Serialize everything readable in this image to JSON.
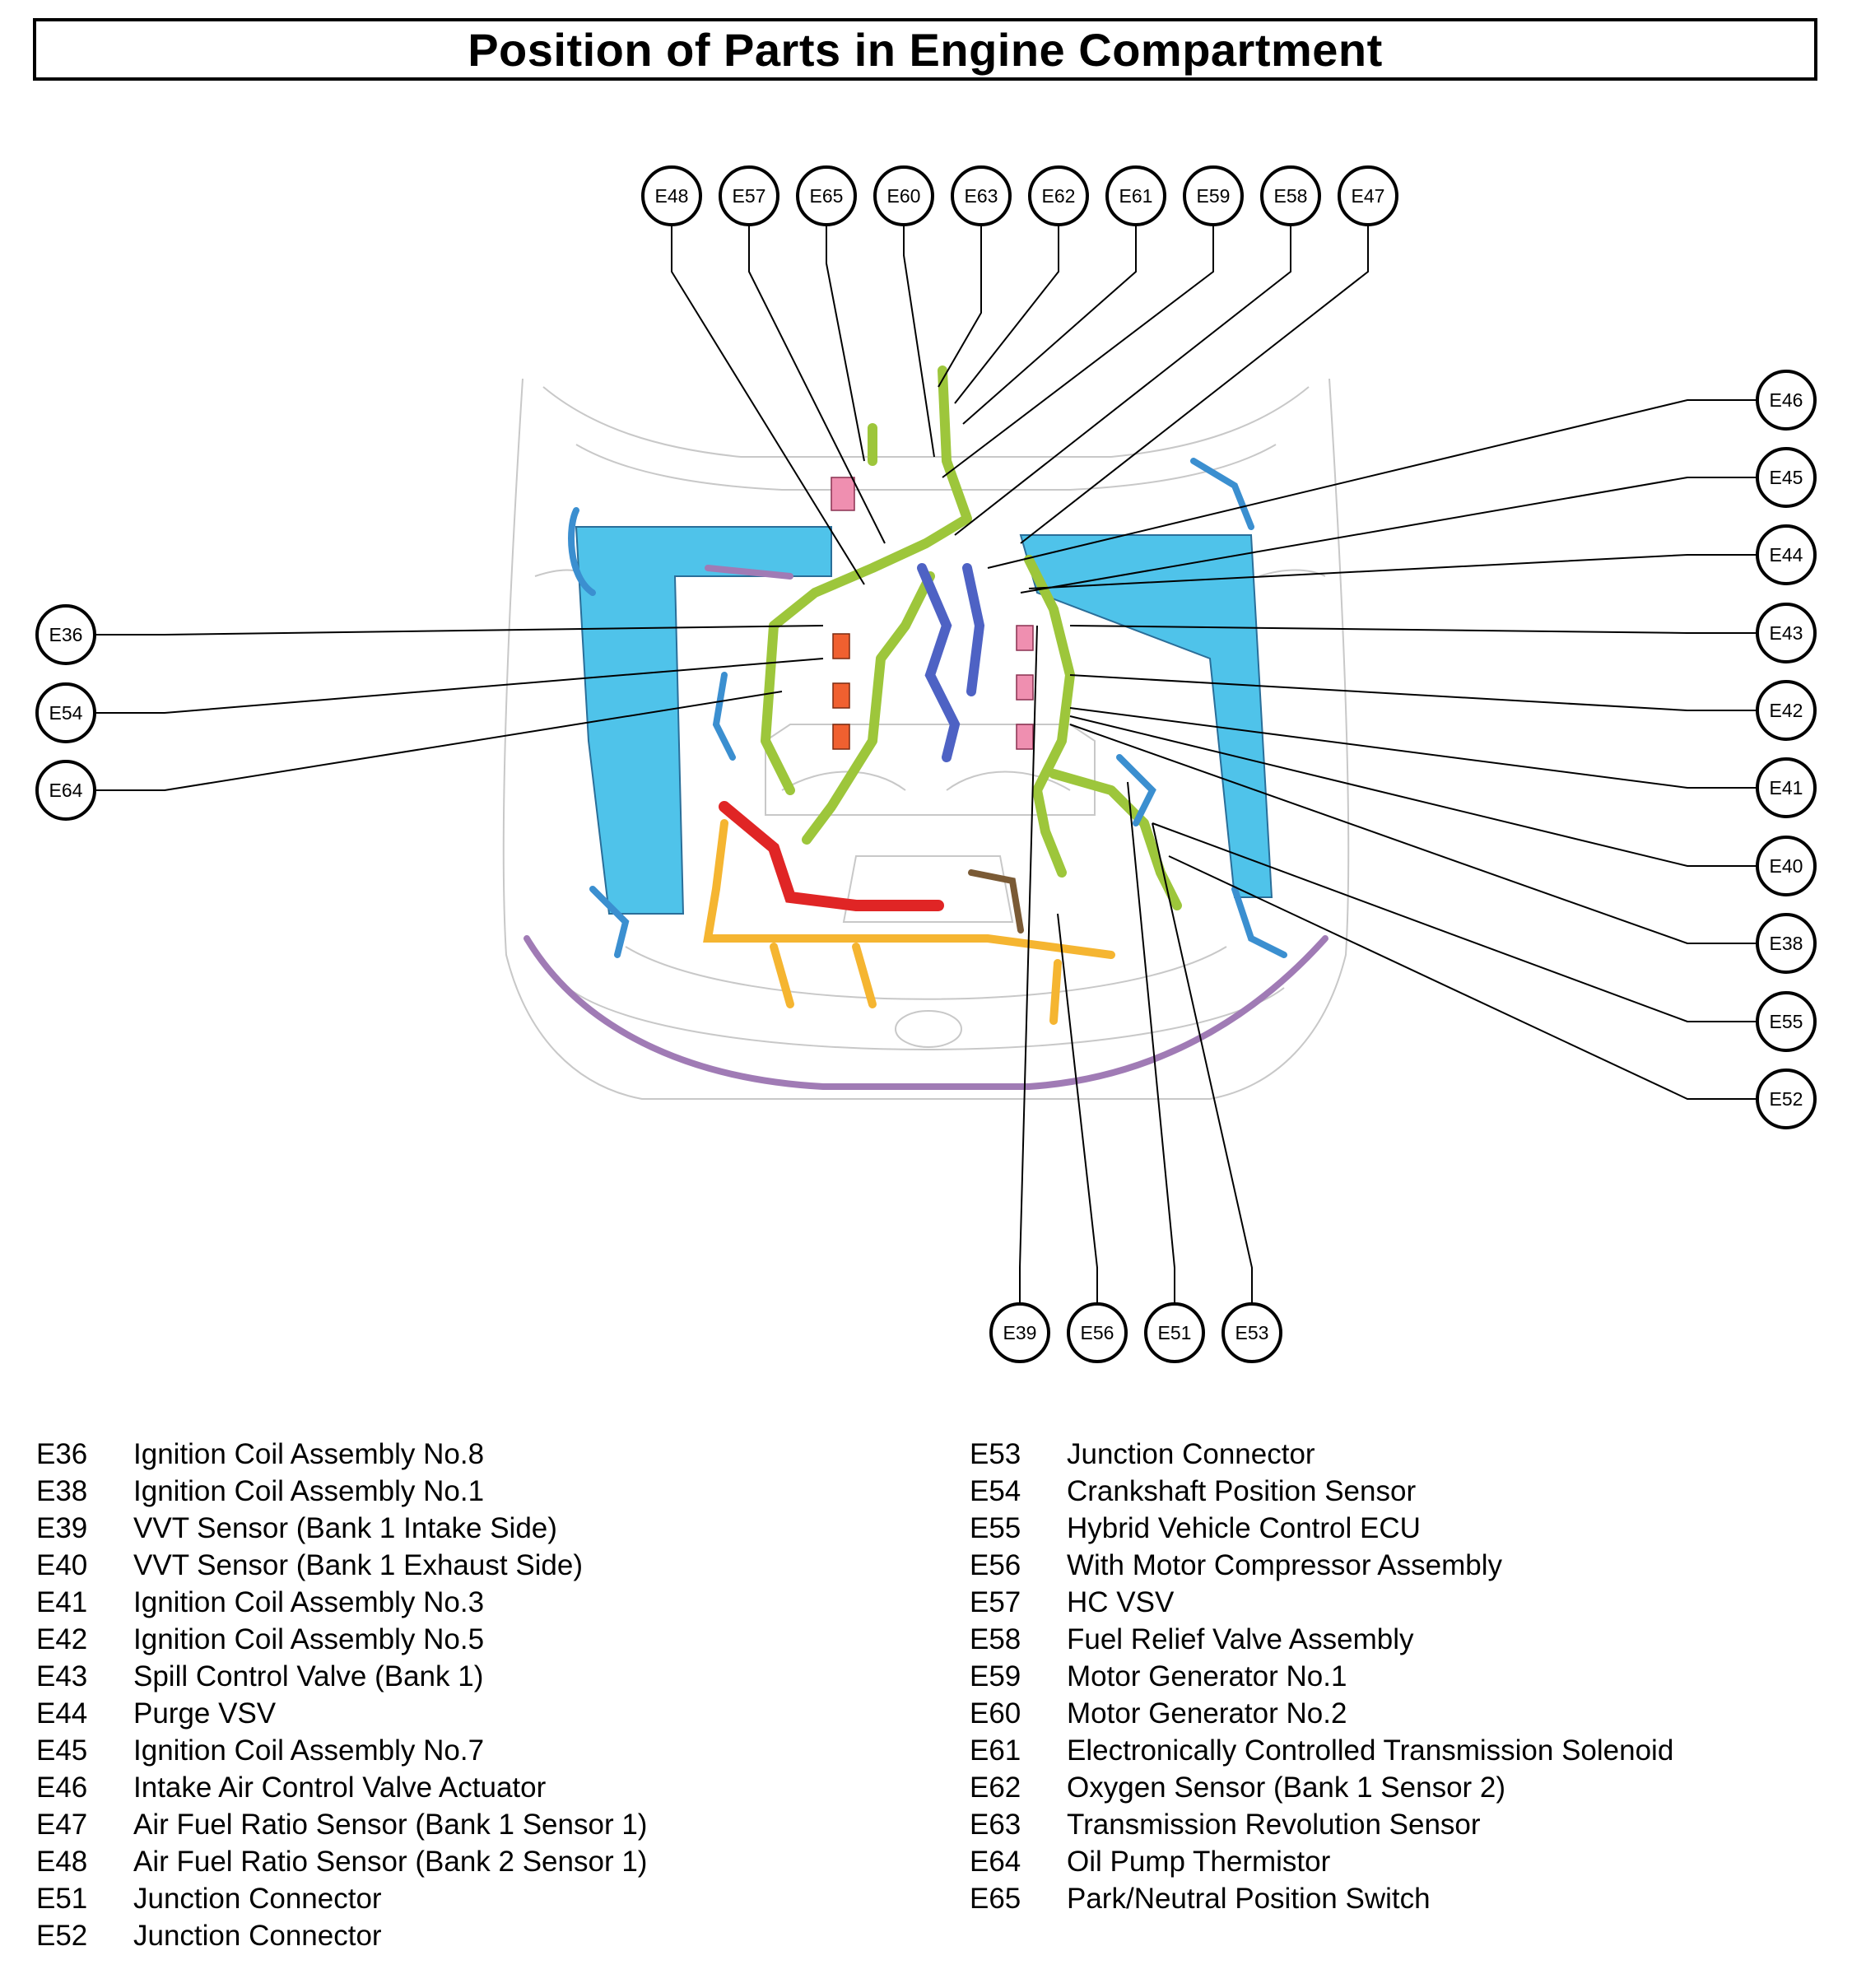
{
  "title": "Position of Parts in Engine Compartment",
  "colors": {
    "harness_blue": "#4fc3ea",
    "harness_blue_dark": "#3b8fd0",
    "harness_green": "#9dc63b",
    "harness_orange": "#f5b531",
    "harness_red": "#e02525",
    "harness_purple": "#a07bb5",
    "harness_navy": "#4e62c4",
    "harness_brown": "#7a5a35",
    "pink_connector": "#ef8fb0",
    "orange_red_connector": "#f06030"
  },
  "callouts": {
    "top": [
      "E48",
      "E57",
      "E65",
      "E60",
      "E63",
      "E62",
      "E61",
      "E59",
      "E58",
      "E47"
    ],
    "left": [
      "E36",
      "E54",
      "E64"
    ],
    "right": [
      "E46",
      "E45",
      "E44",
      "E43",
      "E42",
      "E41",
      "E40",
      "E38",
      "E55",
      "E52"
    ],
    "bottom": [
      "E39",
      "E56",
      "E51",
      "E53"
    ]
  },
  "legend": {
    "left": [
      {
        "code": "E36",
        "label": "Ignition Coil Assembly No.8"
      },
      {
        "code": "E38",
        "label": "Ignition Coil Assembly No.1"
      },
      {
        "code": "E39",
        "label": "VVT Sensor (Bank 1 Intake Side)"
      },
      {
        "code": "E40",
        "label": "VVT Sensor (Bank 1 Exhaust Side)"
      },
      {
        "code": "E41",
        "label": "Ignition Coil Assembly No.3"
      },
      {
        "code": "E42",
        "label": "Ignition Coil Assembly No.5"
      },
      {
        "code": "E43",
        "label": "Spill Control Valve (Bank 1)"
      },
      {
        "code": "E44",
        "label": "Purge VSV"
      },
      {
        "code": "E45",
        "label": "Ignition Coil Assembly No.7"
      },
      {
        "code": "E46",
        "label": "Intake Air Control Valve Actuator"
      },
      {
        "code": "E47",
        "label": "Air Fuel Ratio Sensor (Bank 1 Sensor 1)"
      },
      {
        "code": "E48",
        "label": "Air Fuel Ratio Sensor (Bank 2 Sensor 1)"
      },
      {
        "code": "E51",
        "label": "Junction Connector"
      },
      {
        "code": "E52",
        "label": "Junction Connector"
      }
    ],
    "right": [
      {
        "code": "E53",
        "label": "Junction Connector"
      },
      {
        "code": "E54",
        "label": "Crankshaft Position Sensor"
      },
      {
        "code": "E55",
        "label": "Hybrid Vehicle Control ECU"
      },
      {
        "code": "E56",
        "label": "With Motor Compressor Assembly"
      },
      {
        "code": "E57",
        "label": "HC VSV"
      },
      {
        "code": "E58",
        "label": "Fuel Relief Valve Assembly"
      },
      {
        "code": "E59",
        "label": "Motor Generator No.1"
      },
      {
        "code": "E60",
        "label": "Motor Generator No.2"
      },
      {
        "code": "E61",
        "label": "Electronically Controlled Transmission Solenoid"
      },
      {
        "code": "E62",
        "label": "Oxygen Sensor (Bank 1 Sensor 2)"
      },
      {
        "code": "E63",
        "label": "Transmission Revolution Sensor"
      },
      {
        "code": "E64",
        "label": "Oil Pump Thermistor"
      },
      {
        "code": "E65",
        "label": "Park/Neutral Position Switch"
      }
    ]
  }
}
